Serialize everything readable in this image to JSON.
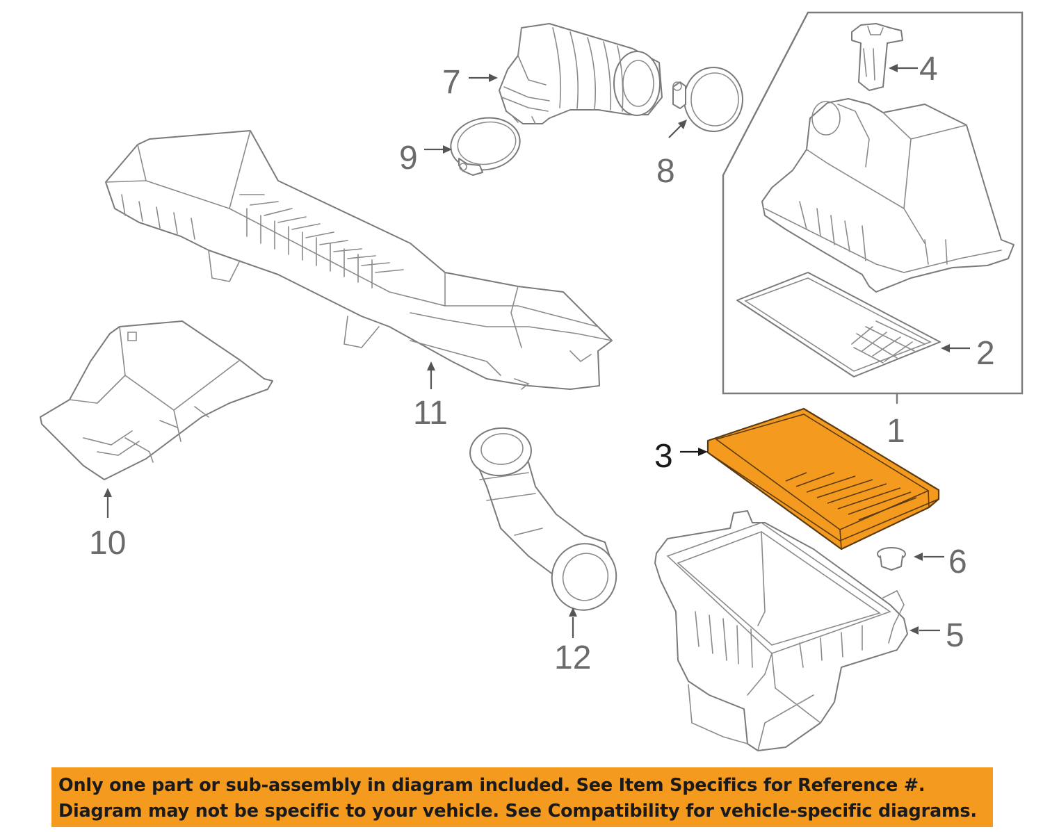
{
  "callouts": {
    "c1": "1",
    "c2": "2",
    "c3": "3",
    "c4": "4",
    "c5": "5",
    "c6": "6",
    "c7": "7",
    "c8": "8",
    "c9": "9",
    "c10": "10",
    "c11": "11",
    "c12": "12"
  },
  "highlight_part": "3",
  "colors": {
    "highlight": "#f39a1f",
    "line": "#7a7a7a",
    "notice_bg": "#f39a1f"
  },
  "notice": {
    "line1": "Only one part or sub-assembly in diagram included. See Item Specifics for Reference #.",
    "line2": "Diagram may not be specific to your vehicle. See Compatibility for vehicle-specific diagrams."
  }
}
